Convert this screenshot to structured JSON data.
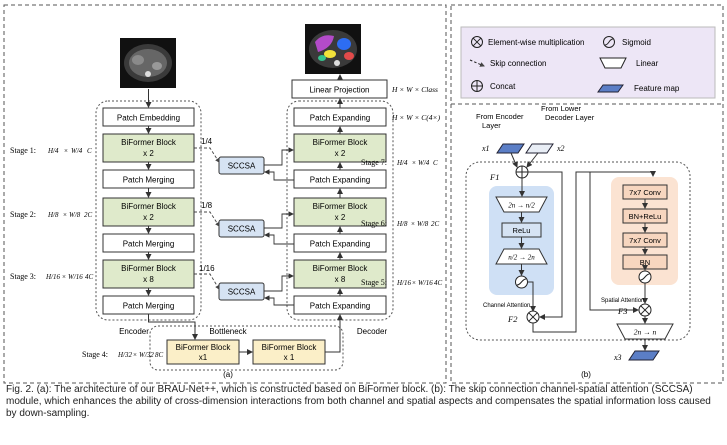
{
  "colors": {
    "green": "#dfeacb",
    "blue": "#d6e3f3",
    "yellow": "#fbefc8",
    "orange": "#f7d6bf",
    "channel_bg": "#cfe0f5",
    "spatial_bg": "#fbe3d2",
    "feature_map": "#5b7ec6",
    "border": "#333333"
  },
  "panel_a": {
    "label": "(a)",
    "encoder_label": "Encoder",
    "decoder_label": "Decoder",
    "bottleneck_label": "Bottleneck",
    "output_formula": "H × W × Class",
    "decoder_formula": "H × W × C(4×)",
    "encoder_blocks": [
      {
        "kind": "plain",
        "text": "Patch Embedding"
      },
      {
        "kind": "biformer",
        "line1": "BiFormer Block",
        "line2": "x 2"
      },
      {
        "kind": "plain",
        "text": "Patch Merging"
      },
      {
        "kind": "biformer",
        "line1": "BiFormer Block",
        "line2": "x 2"
      },
      {
        "kind": "plain",
        "text": "Patch Merging"
      },
      {
        "kind": "biformer",
        "line1": "BiFormer Block",
        "line2": "x 8"
      },
      {
        "kind": "plain",
        "text": "Patch Merging"
      }
    ],
    "decoder_blocks": [
      {
        "kind": "plain",
        "text": "Patch Expanding"
      },
      {
        "kind": "biformer",
        "line1": "BiFormer Block",
        "line2": "x 2"
      },
      {
        "kind": "plain",
        "text": "Patch Expanding"
      },
      {
        "kind": "biformer",
        "line1": "BiFormer Block",
        "line2": "x 2"
      },
      {
        "kind": "plain",
        "text": "Patch Expanding"
      },
      {
        "kind": "biformer",
        "line1": "BiFormer Block",
        "line2": "x 8"
      },
      {
        "kind": "plain",
        "text": "Patch Expanding"
      }
    ],
    "linear_projection": "Linear Projection",
    "sccsa_label": "SCCSA",
    "ratios": [
      "1/4",
      "1/8",
      "1/16"
    ],
    "stages_left": [
      {
        "label": "Stage 1:",
        "h": "H/4",
        "w": "W/4",
        "c": "C"
      },
      {
        "label": "Stage 2:",
        "h": "H/8",
        "w": "W/8",
        "c": "2C"
      },
      {
        "label": "Stage 3:",
        "h": "H/16",
        "w": "W/16",
        "c": "4C"
      }
    ],
    "stages_right": [
      {
        "label": "Stage 7:",
        "h": "H/4",
        "w": "W/4",
        "c": "C"
      },
      {
        "label": "Stage 6:",
        "h": "H/8",
        "w": "W/8",
        "c": "2C"
      },
      {
        "label": "Stage 5:",
        "h": "H/16",
        "w": "W/16",
        "c": "4C"
      }
    ],
    "stage4": {
      "label": "Stage 4:",
      "h": "H/32",
      "w": "W/32",
      "c": "8C"
    },
    "bottleneck_blocks": [
      {
        "line1": "BiFormer Block",
        "line2": "x1"
      },
      {
        "line1": "BiFormer Block",
        "line2": "x 1"
      }
    ]
  },
  "legend": {
    "items": [
      {
        "icon": "otimes-icon",
        "text": "Element-wise multiplication"
      },
      {
        "icon": "sigmoid-icon",
        "text": "Sigmoid"
      },
      {
        "icon": "skip-arrow-icon",
        "text": "Skip connection"
      },
      {
        "icon": "linear-icon",
        "text": "Linear"
      },
      {
        "icon": "oplus-icon",
        "text": "Concat"
      },
      {
        "icon": "feature-map-icon",
        "text": "Feature map"
      }
    ]
  },
  "panel_b": {
    "label": "(b)",
    "from_encoder": [
      "From Encoder",
      "Layer"
    ],
    "from_decoder": [
      "From Lower",
      "Decoder Layer"
    ],
    "x1": "x1",
    "x2": "x2",
    "x3": "x3",
    "f1": "F1",
    "f2": "F2",
    "f3": "F3",
    "channel_attention": "Channel Attention",
    "spatial_attention": "Spatial Attention",
    "channel_blocks": [
      "2n → n/2",
      "ReLu",
      "n/2 → 2n"
    ],
    "spatial_blocks": [
      "7x7 Conv",
      "BN+ReLu",
      "7x7 Conv",
      "BN"
    ],
    "final_linear": "2n → n"
  },
  "caption": {
    "text": "Fig. 2.   (a): The architecture of our BRAU-Net++, which is constructed based on BiFormer block. (b): The skip connection channel-spatial attention (SCCSA) module, which enhances the ability of cross-dimension interactions from both channel and spatial aspects and compensates the spatial information loss caused by down-sampling."
  }
}
